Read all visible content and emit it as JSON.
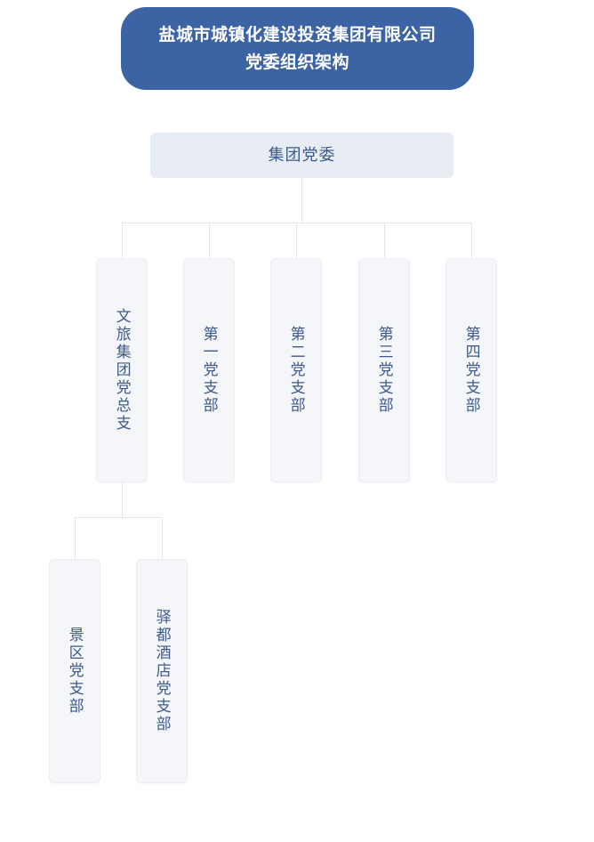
{
  "chart_title": {
    "line1": "盐城市城镇化建设投资集团有限公司",
    "line2": "党委组织架构"
  },
  "colors": {
    "banner_bg": "#3c64a4",
    "banner_text": "#ffffff",
    "root_box_bg": "#e8edf3",
    "node_box_bg": "#f4f6fa",
    "node_text": "#3d5a8c",
    "connector": "#e3e6ec",
    "canvas_bg": "#ffffff"
  },
  "root": {
    "label": "集团党委"
  },
  "level2": [
    {
      "label": "文旅集团党总支"
    },
    {
      "label": "第一党支部"
    },
    {
      "label": "第二党支部"
    },
    {
      "label": "第三党支部"
    },
    {
      "label": "第四党支部"
    }
  ],
  "level3": [
    {
      "label": "景区党支部"
    },
    {
      "label": "驿都酒店党支部"
    }
  ]
}
